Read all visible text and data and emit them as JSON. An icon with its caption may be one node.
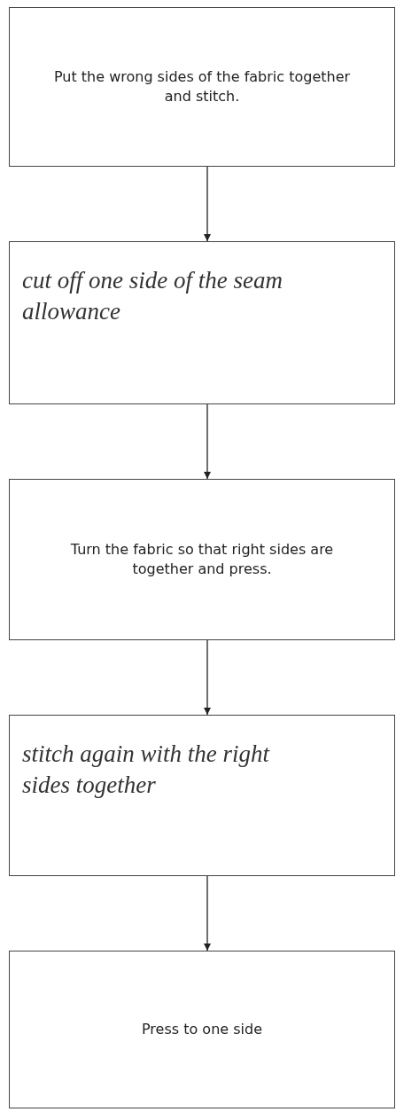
{
  "diagram": {
    "nodes": [
      {
        "text": [
          "Put the wrong sides of the fabric together and stitch."
        ]
      },
      {
        "text": [
          "cut off one side of the seam allowance"
        ]
      },
      {
        "text": [
          "Turn the fabric so that right sides are together and press."
        ]
      },
      {
        "text": [
          "stitch again with the right sides together"
        ]
      },
      {
        "text": [
          "Press to one side"
        ]
      }
    ],
    "edges": [
      {
        "from": 0,
        "to": 1,
        "arrow": "to"
      },
      {
        "from": 1,
        "to": 2,
        "arrow": "to"
      },
      {
        "from": 2,
        "to": 3,
        "arrow": "to"
      },
      {
        "from": 3,
        "to": 4,
        "arrow": "to"
      }
    ]
  }
}
